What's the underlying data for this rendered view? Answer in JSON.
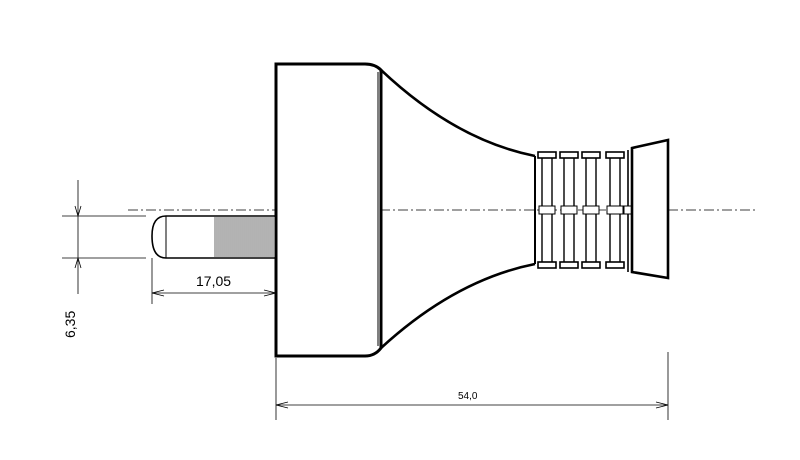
{
  "dimensions": {
    "diameter": "6,35",
    "pin_length": "17,05",
    "overall_length": "54,0"
  }
}
